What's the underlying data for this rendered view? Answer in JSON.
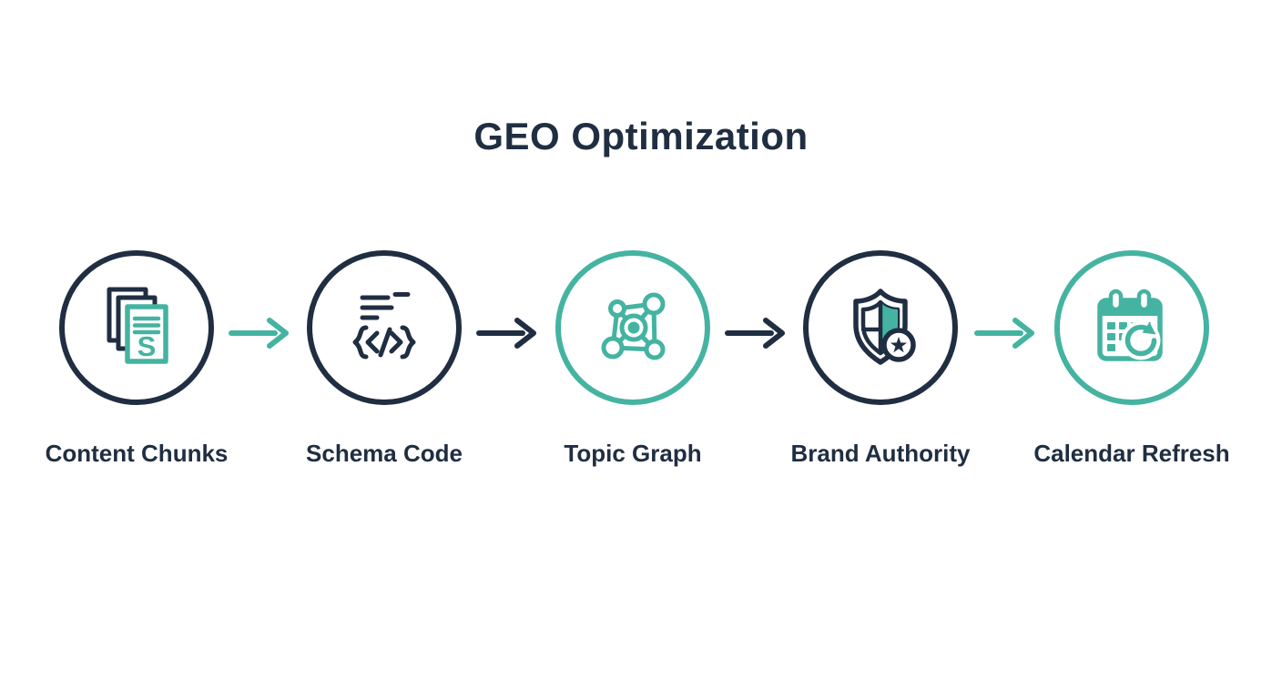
{
  "title": "GEO Optimization",
  "colors": {
    "background": "#ffffff",
    "navy": "#202e42",
    "teal": "#45b3a1"
  },
  "steps": [
    {
      "label": "Content Chunks",
      "icon": "content-chunks-icon",
      "accent": "navy"
    },
    {
      "label": "Schema Code",
      "icon": "schema-code-icon",
      "accent": "navy"
    },
    {
      "label": "Topic Graph",
      "icon": "topic-graph-icon",
      "accent": "teal"
    },
    {
      "label": "Brand Authority",
      "icon": "brand-authority-icon",
      "accent": "navy"
    },
    {
      "label": "Calendar Refresh",
      "icon": "calendar-refresh-icon",
      "accent": "teal"
    }
  ],
  "icon_text": {
    "document_letter": "S"
  },
  "arrows": [
    {
      "color": "teal"
    },
    {
      "color": "navy"
    },
    {
      "color": "navy"
    },
    {
      "color": "teal"
    }
  ]
}
